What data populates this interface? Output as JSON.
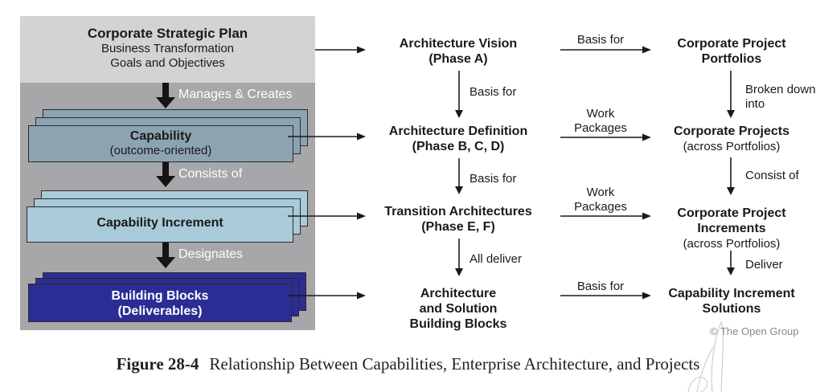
{
  "colors": {
    "panel_bg": "#a7a7a9",
    "panel_header_bg": "#d3d3d5",
    "capability_fill": "#8ca4b2",
    "capability_increment_fill": "#a9cbd9",
    "building_blocks_fill": "#2b2d94",
    "box_border": "#2b2b2b",
    "arrow": "#1a1a1a",
    "white_label": "#ffffff",
    "copyright_gray": "#8a8a8a"
  },
  "left_panel": {
    "strategic_plan": {
      "lines": [
        "Corporate Strategic Plan",
        "Business Transformation",
        "Goals and Objectives"
      ]
    },
    "arrow_labels": [
      "Manages & Creates",
      "Consists of",
      "Designates"
    ],
    "capability": {
      "lines": [
        "Capability",
        "(outcome-oriented)"
      ]
    },
    "capability_increment": {
      "lines": [
        "Capability Increment"
      ]
    },
    "building_blocks": {
      "lines": [
        "Building Blocks",
        "(Deliverables)"
      ]
    }
  },
  "adm_column": {
    "nodes": [
      {
        "lines": [
          "Architecture Vision",
          "(Phase A)"
        ]
      },
      {
        "lines": [
          "Architecture Definition",
          "(Phase B, C, D)"
        ]
      },
      {
        "lines": [
          "Transition Architectures",
          "(Phase E, F)"
        ]
      },
      {
        "lines": [
          "Architecture",
          "and Solution",
          "Building Blocks"
        ]
      }
    ],
    "arrow_labels": [
      "Basis for",
      "Basis for",
      "All deliver"
    ]
  },
  "project_column": {
    "nodes": [
      {
        "lines": [
          "Corporate Project",
          "Portfolios"
        ]
      },
      {
        "lines": [
          "Corporate Projects",
          "(across Portfolios)"
        ]
      },
      {
        "lines": [
          "Corporate Project",
          "Increments",
          "(across Portfolios)"
        ]
      },
      {
        "lines": [
          "Capability Increment",
          "Solutions"
        ]
      }
    ],
    "arrow_labels": [
      [
        "Broken down",
        "into"
      ],
      [
        "Consist of"
      ],
      [
        "Deliver"
      ]
    ]
  },
  "cross_arrow_labels": [
    [
      "Basis for"
    ],
    [
      "Work",
      "Packages"
    ],
    [
      "Work",
      "Packages"
    ],
    [
      "Basis for"
    ]
  ],
  "copyright": "© The Open Group",
  "caption": {
    "figure_label": "Figure 28-4",
    "text": "Relationship Between Capabilities, Enterprise Architecture, and Projects"
  }
}
